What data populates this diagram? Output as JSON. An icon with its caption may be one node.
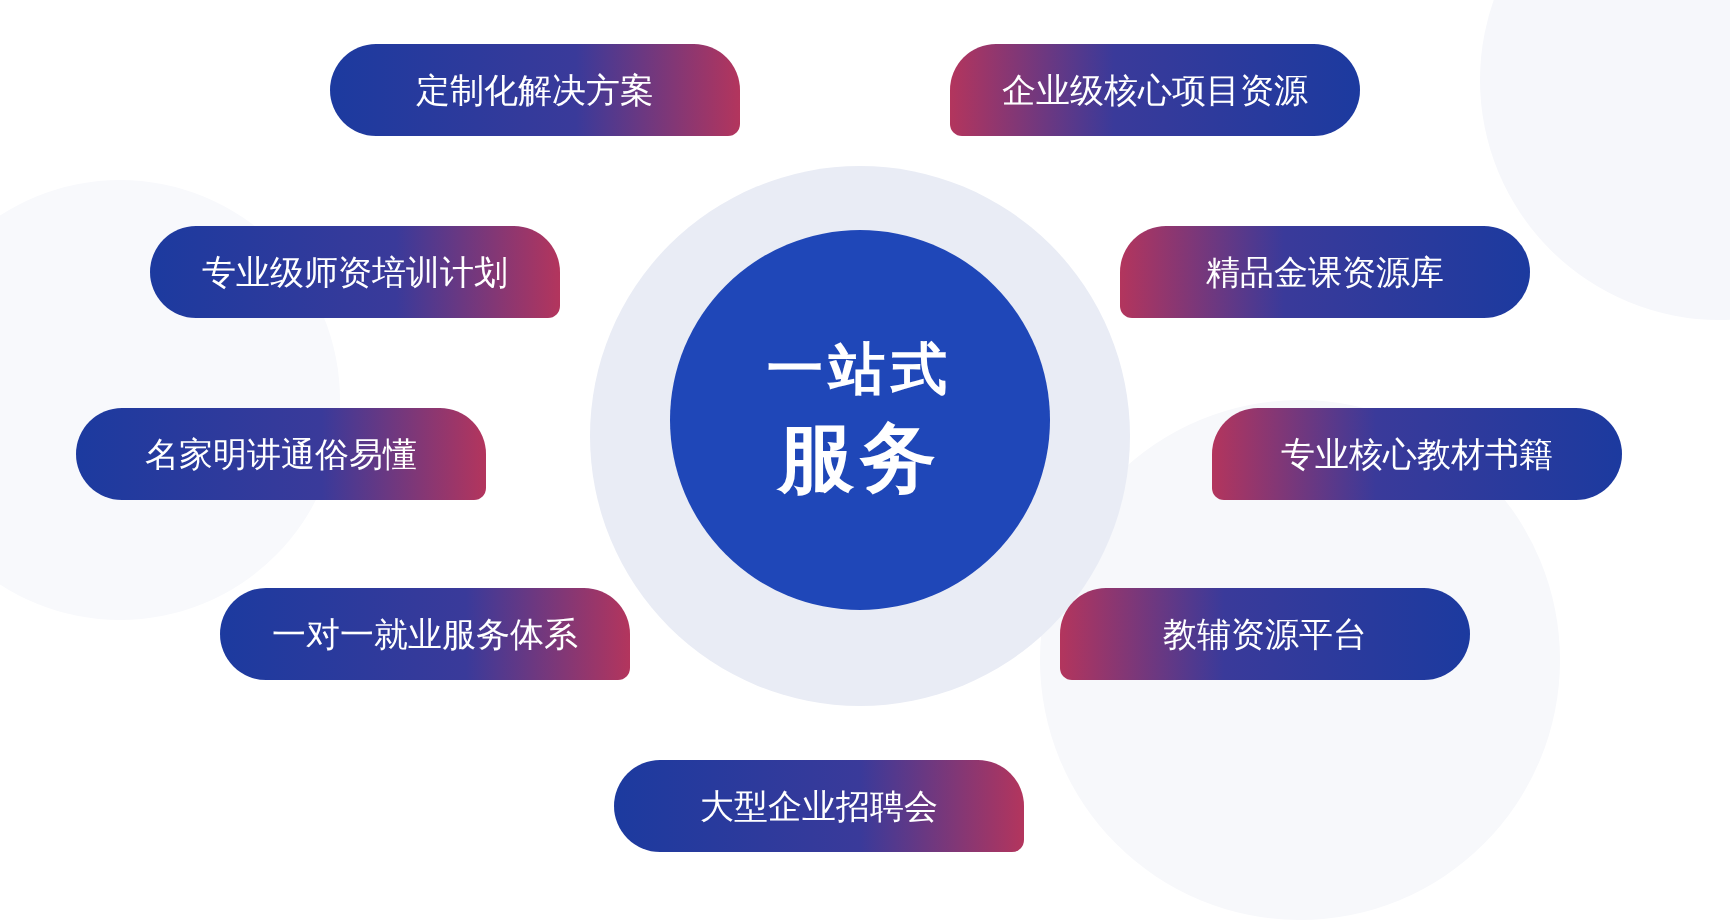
{
  "diagram": {
    "nodes": [
      {
        "text": [
          "一站式",
          "服务"
        ]
      },
      {
        "text": [
          "定制化解决方案"
        ]
      },
      {
        "text": [
          "企业级核心项目资源"
        ]
      },
      {
        "text": [
          "专业级师资培训计划"
        ]
      },
      {
        "text": [
          "精品金课资源库"
        ]
      },
      {
        "text": [
          "名家明讲通俗易懂"
        ]
      },
      {
        "text": [
          "专业核心教材书籍"
        ]
      },
      {
        "text": [
          "一对一就业服务体系"
        ]
      },
      {
        "text": [
          "教辅资源平台"
        ]
      },
      {
        "text": [
          "大型企业招聘会"
        ]
      }
    ]
  }
}
